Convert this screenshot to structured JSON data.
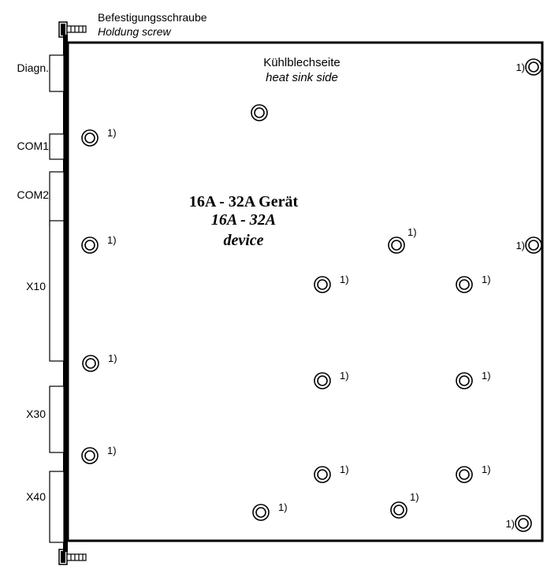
{
  "screw_label": {
    "de": "Befestigungsschraube",
    "en": "Holdung screw"
  },
  "heat_sink": {
    "de": "Kühlblechseite",
    "en": "heat sink side"
  },
  "device_title": {
    "line1": "16A - 32A Gerät",
    "line2": "16A - 32A",
    "line3": "device"
  },
  "connectors": {
    "diagn": "Diagn.",
    "com1": "COM1",
    "com2": "COM2",
    "x10": "X10",
    "x30": "X30",
    "x40": "X40"
  },
  "footnote_mark": "1)",
  "colors": {
    "stroke": "#000000",
    "background": "#ffffff"
  }
}
